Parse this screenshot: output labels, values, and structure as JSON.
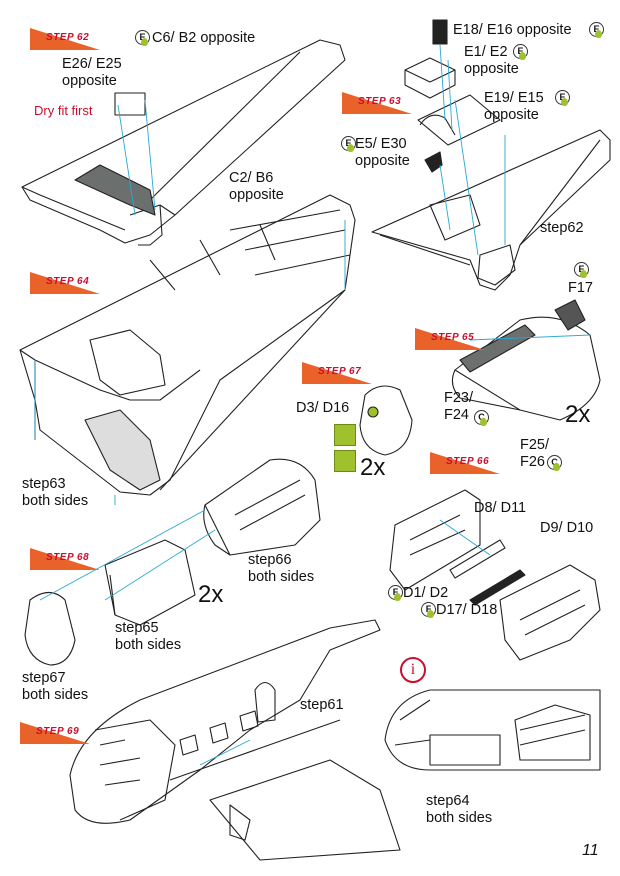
{
  "page": {
    "number": "11"
  },
  "steps": {
    "s62": "STEP 62",
    "s63": "STEP 63",
    "s64": "STEP 64",
    "s65": "STEP 65",
    "s66": "STEP 66",
    "s67": "STEP 67",
    "s68": "STEP 68",
    "s69": "STEP 69"
  },
  "badges": {
    "e": "E",
    "c": "C",
    "f": "F"
  },
  "labels": {
    "c6_b2": "C6/ B2 opposite",
    "e26_e25_l1": "E26/ E25",
    "e26_e25_l2": "opposite",
    "dry_fit": "Dry fit first",
    "e18_e16": "E18/ E16 opposite",
    "e1_e2_l1": "E1/ E2",
    "e1_e2_l2": "opposite",
    "e19_e15_l1": "E19/ E15",
    "e19_e15_l2": "opposite",
    "e5_e30_l1": "E5/ E30",
    "e5_e30_l2": "opposite",
    "c2_b6_l1": "C2/ B6",
    "c2_b6_l2": "opposite",
    "step62_ref": "step62",
    "f17": "F17",
    "f23_f24_l1": "F23/",
    "f24": "F24",
    "f25_f26_l1": "F25/",
    "f26": "F26",
    "x2_a": "2x",
    "d3_d16": "D3/ D16",
    "x2_b": "2x",
    "step63_l1": "step63",
    "step63_l2": "both sides",
    "d8_d11": "D8/ D11",
    "d9_d10": "D9/ D10",
    "step66_l1": "step66",
    "step66_l2": "both sides",
    "x2_c": "2x",
    "d1_d2": "D1/ D2",
    "d17_d18": "D17/ D18",
    "step65_l1": "step65",
    "step65_l2": "both sides",
    "step67_l1": "step67",
    "step67_l2": "both sides",
    "step61": "step61",
    "info_icon": "i",
    "step64_l1": "step64",
    "step64_l2": "both sides"
  },
  "colors": {
    "accent": "#e8622a",
    "red": "#c8102e",
    "lime": "#9fc12d",
    "guide": "#2aa7d6",
    "part": "#6b6f6e"
  }
}
